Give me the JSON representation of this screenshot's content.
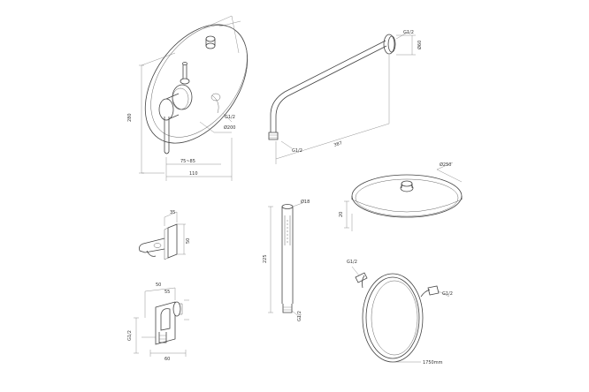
{
  "mixer": {
    "dim_a": "280",
    "dim_b": "Ø200",
    "dim_c": "75~85",
    "dim_d": "110",
    "dim_e": "G1/2"
  },
  "arm": {
    "length": "387",
    "thread": "G1/2",
    "flange": "Ø60"
  },
  "head": {
    "diameter": "Ø250",
    "height": "20"
  },
  "hand_shower": {
    "top": "Ø18",
    "length": "225",
    "thread": "G1/2"
  },
  "hose": {
    "thread_left": "G1/2",
    "thread_right": "G1/2",
    "length": "1750mm"
  },
  "holder": {
    "dim_a": "35",
    "dim_b": "50"
  },
  "elbow": {
    "dim_a": "50",
    "dim_b": "55",
    "dim_c": "G1/2",
    "dim_d": "60"
  }
}
